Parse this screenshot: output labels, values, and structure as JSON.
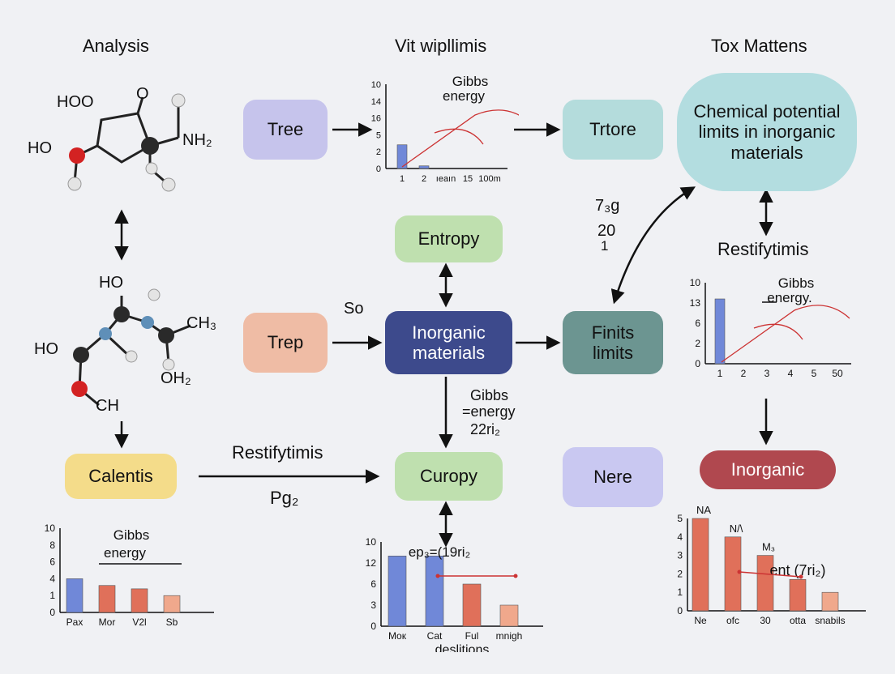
{
  "headers": {
    "left": "Analysis",
    "center": "Vit wipllimis",
    "right": "Tox Mattens"
  },
  "molecule_top": {
    "hoo": "HOO",
    "o": "O",
    "ho": "HO",
    "nh2": "NH₂"
  },
  "molecule_mid": {
    "ho_top": "HO",
    "ch3": "CH₃",
    "ho_left": "HO",
    "oh2": "OH₂",
    "ch": "CH"
  },
  "nodes": {
    "tree": "Tree",
    "trtore": "Trtore",
    "chemical": "Chemical potential limits in inorganic materials",
    "entropy": "Entropy",
    "trep": "Trep",
    "inorganic_materials": "Inorganic materials",
    "finits": "Finits limits",
    "calentis": "Calentis",
    "curopy": "Curopy",
    "nere": "Nere",
    "inorganic": "Inorganic"
  },
  "labels": {
    "so": "So",
    "stack": [
      "7₃g",
      "20",
      "1"
    ],
    "restify_right": "Restifytimis",
    "restify_bottom": "Restifytimis",
    "pg2": "Pg₂",
    "gibbs_center": [
      "Gibbs",
      "=energy",
      "22ri₂"
    ]
  },
  "colors": {
    "tree": "#c6c4ec",
    "trtore": "#b4dcdc",
    "chemical": "#b3dde0",
    "entropy": "#bfe0af",
    "trep": "#efbca5",
    "inorganic_materials": "#3d4a8c",
    "finits": "#6c9591",
    "calentis": "#f4dc8a",
    "curopy": "#bfe0af",
    "nere": "#c9c8f1",
    "inorganic": "#b0484f",
    "bar_blue": "#7088d8",
    "bar_red": "#e0705a",
    "bar_light": "#f0a88c",
    "arrow_red": "#cc3333"
  },
  "chart_data": [
    {
      "id": "top-center",
      "type": "bar",
      "annotation": [
        "Gibbs",
        "energy"
      ],
      "y_ticks": [
        "10",
        "14",
        "16",
        "5",
        "2",
        "0"
      ],
      "categories": [
        "1",
        "2",
        "ıeaın",
        "15",
        "100m"
      ],
      "values": [
        4.5,
        0.5,
        0,
        0,
        0
      ]
    },
    {
      "id": "right-middle",
      "type": "bar",
      "annotation": [
        "Gibbs",
        "energy."
      ],
      "y_ticks": [
        "10",
        "13",
        "6",
        "2",
        "0"
      ],
      "categories": [
        "1",
        "2",
        "3",
        "4",
        "5",
        "50"
      ],
      "values": [
        8,
        0,
        0,
        0,
        0,
        0
      ]
    },
    {
      "id": "bottom-left",
      "type": "bar",
      "annotation": [
        "Gibbs",
        "energy"
      ],
      "y_ticks": [
        "10",
        "8",
        "6",
        "4",
        "1",
        "0"
      ],
      "categories": [
        "Pax",
        "Mor",
        "V2l",
        "Sb"
      ],
      "values": [
        4,
        3.2,
        2.8,
        2
      ]
    },
    {
      "id": "bottom-center",
      "type": "bar",
      "annotation": [
        "ep₃=(19ri₂"
      ],
      "xlabel": "deslitions",
      "y_ticks": [
        "10",
        "12",
        "6",
        "3",
        "0"
      ],
      "categories": [
        "Moк",
        "Cat",
        "Ful",
        "mnigh"
      ],
      "values": [
        10,
        10,
        6,
        3
      ]
    },
    {
      "id": "bottom-right",
      "type": "bar",
      "annotation": [
        "ent (7ri₂)"
      ],
      "bar_labels": [
        "NA",
        "N/\\",
        "M₃",
        "",
        ""
      ],
      "y_ticks": [
        "5",
        "4",
        "3",
        "2",
        "1",
        "0"
      ],
      "categories": [
        "Ne",
        "ofc",
        "30",
        "otta",
        "snabils"
      ],
      "values": [
        5,
        4,
        3,
        1.7,
        1
      ]
    }
  ]
}
